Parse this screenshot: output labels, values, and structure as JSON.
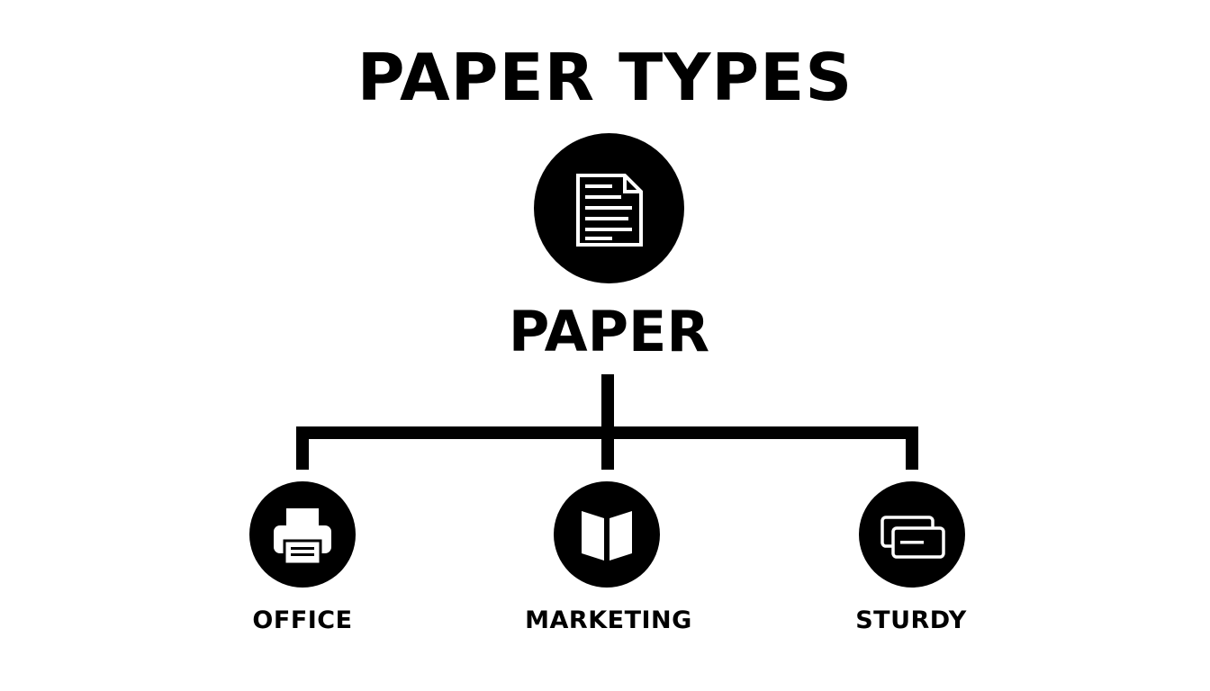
{
  "title": "PAPER TYPES",
  "root": {
    "label": "PAPER",
    "icon": "document-icon"
  },
  "children": [
    {
      "label": "OFFICE",
      "icon": "printer-icon"
    },
    {
      "label": "MARKETING",
      "icon": "open-book-icon"
    },
    {
      "label": "STURDY",
      "icon": "stacked-cards-icon"
    }
  ],
  "colors": {
    "foreground": "#000000",
    "background": "#ffffff"
  }
}
